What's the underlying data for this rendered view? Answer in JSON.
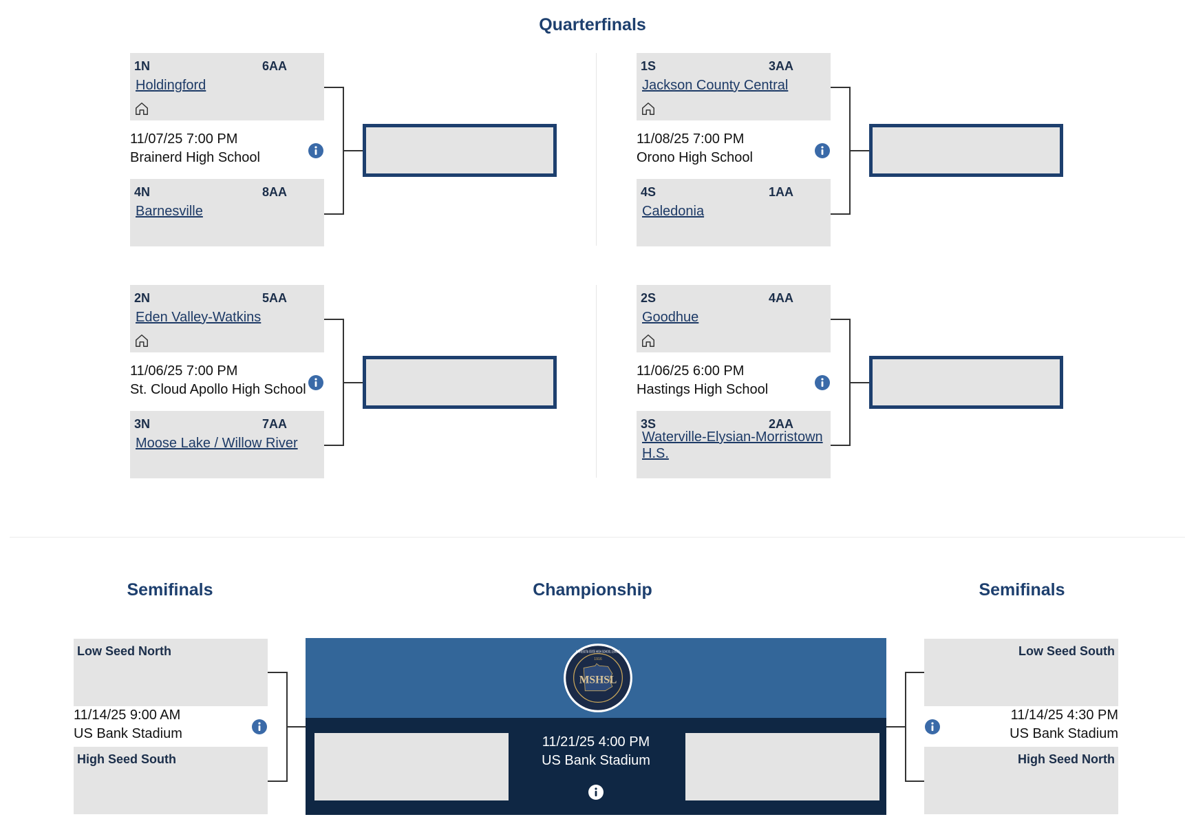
{
  "headings": {
    "quarterfinals": "Quarterfinals",
    "semifinals_left": "Semifinals",
    "championship": "Championship",
    "semifinals_right": "Semifinals"
  },
  "quarterfinals": [
    {
      "top": {
        "seed": "1N",
        "class_rank": "6AA",
        "team": "Holdingford",
        "home": true
      },
      "bottom": {
        "seed": "4N",
        "class_rank": "8AA",
        "team": "Barnesville",
        "home": false
      },
      "date": "11/07/25 7:00 PM",
      "venue": "Brainerd High School"
    },
    {
      "top": {
        "seed": "1S",
        "class_rank": "3AA",
        "team": "Jackson County Central",
        "home": true
      },
      "bottom": {
        "seed": "4S",
        "class_rank": "1AA",
        "team": "Caledonia",
        "home": false
      },
      "date": "11/08/25 7:00 PM",
      "venue": "Orono High School"
    },
    {
      "top": {
        "seed": "2N",
        "class_rank": "5AA",
        "team": "Eden Valley-Watkins",
        "home": true
      },
      "bottom": {
        "seed": "3N",
        "class_rank": "7AA",
        "team": "Moose Lake / Willow River",
        "home": false
      },
      "date": "11/06/25 7:00 PM",
      "venue": "St. Cloud Apollo High School"
    },
    {
      "top": {
        "seed": "2S",
        "class_rank": "4AA",
        "team": "Goodhue",
        "home": true
      },
      "bottom": {
        "seed": "3S",
        "class_rank": "2AA",
        "team": "Waterville-Elysian-Morristown H.S.",
        "home": false
      },
      "date": "11/06/25 6:00 PM",
      "venue": "Hastings High School"
    }
  ],
  "semifinals": [
    {
      "top_label": "Low Seed North",
      "bottom_label": "High Seed South",
      "date": "11/14/25 9:00 AM",
      "venue": "US Bank Stadium"
    },
    {
      "top_label": "Low Seed South",
      "bottom_label": "High Seed North",
      "date": "11/14/25 4:30 PM",
      "venue": "US Bank Stadium"
    }
  ],
  "championship": {
    "date": "11/21/25 4:00 PM",
    "venue": "US Bank Stadium",
    "logo_text": "MSHSL",
    "logo_ring_text": "MINNESOTA STATE HIGH SCHOOL LEAGUE",
    "logo_year": "1916"
  },
  "colors": {
    "heading": "#1d3f6e",
    "info_icon": "#3a6aa8",
    "champ_top": "#336699",
    "champ_bottom": "#0f2744",
    "box": "#e4e4e4"
  }
}
